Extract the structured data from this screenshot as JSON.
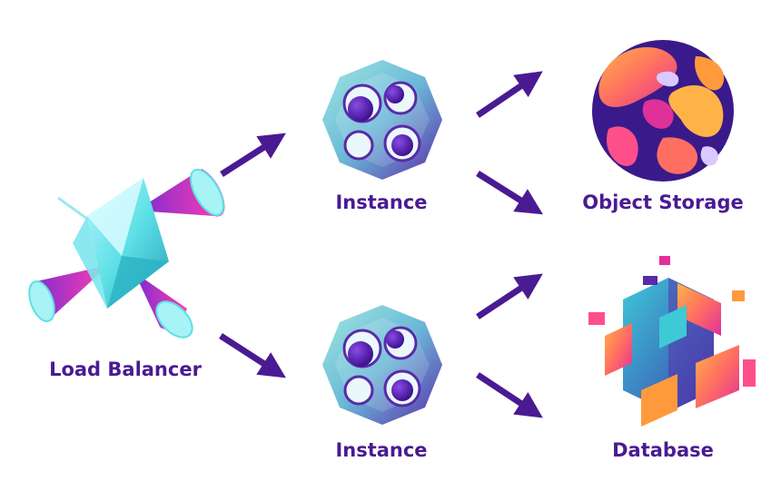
{
  "nodes": {
    "load_balancer": "Load Balancer",
    "instance_top": "Instance",
    "instance_bottom": "Instance",
    "object_storage": "Object Storage",
    "database": "Database"
  },
  "colors": {
    "label": "#4a1a93",
    "arrow": "#4a1a93",
    "cyan": "#5de0e6",
    "magenta": "#e0309a",
    "purple": "#4b16a3",
    "orange": "#ff9a3c",
    "pink": "#ff4f8b"
  },
  "icons": [
    "prism-icon",
    "polyhedron-icon",
    "blob-sphere-icon",
    "isometric-blocks-icon",
    "arrow-icon"
  ]
}
